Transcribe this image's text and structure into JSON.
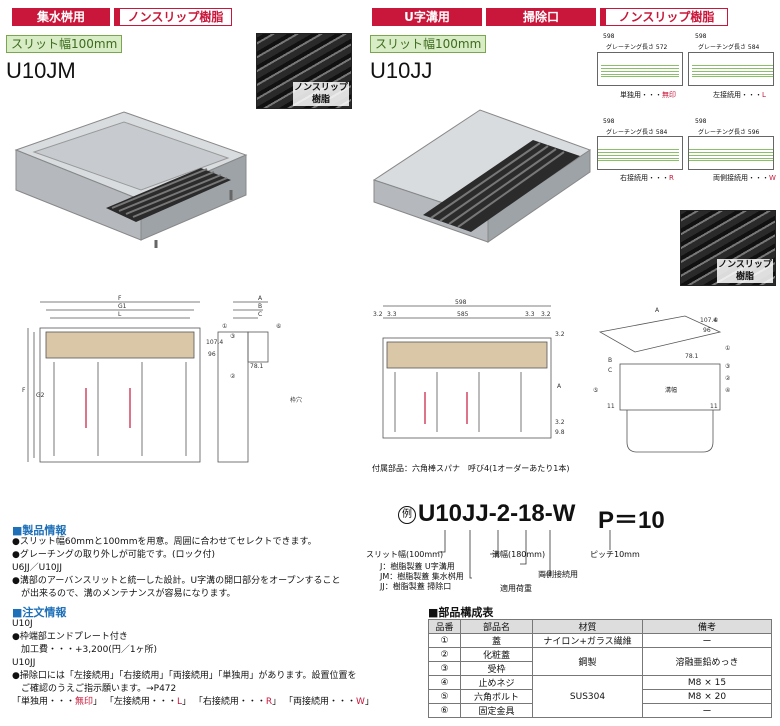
{
  "left": {
    "tags": [
      "集水桝用",
      "ノンスリップ樹脂"
    ],
    "slit": "スリット幅100mm",
    "model": "U10JM",
    "photo_label": [
      "ノンスリップ",
      "樹脂"
    ]
  },
  "right": {
    "tags": [
      "U字溝用",
      "掃除口",
      "ノンスリップ樹脂"
    ],
    "slit": "スリット幅100mm",
    "model": "U10JJ",
    "photo_label": [
      "ノンスリップ",
      "樹脂"
    ],
    "variants": [
      {
        "width": "598",
        "grating": "グレーチング長さ 572",
        "label": "単独用・・・",
        "code": "無印"
      },
      {
        "width": "598",
        "grating": "グレーチング長さ 584",
        "label": "左接続用・・・",
        "code": "L"
      },
      {
        "width": "598",
        "grating": "グレーチング長さ 584",
        "label": "右接続用・・・",
        "code": "R"
      },
      {
        "width": "598",
        "grating": "グレーチング長さ 596",
        "label": "両側接続用・・・",
        "code": "W"
      }
    ],
    "accessory": "付属部品：六角棒スパナ　呼び4(1オーダーあたり1本)"
  },
  "drawings": {
    "left_labels": [
      "F",
      "G1",
      "L",
      "F",
      "G2",
      "A",
      "B",
      "C",
      "107.4",
      "96",
      "78.1",
      "①",
      "③",
      "⑥",
      "②",
      "枠穴"
    ],
    "right_labels": [
      "598",
      "3.2",
      "3.3",
      "585",
      "3.3",
      "3.2",
      "3.2",
      "A",
      "3.2",
      "9.8",
      "A",
      "107.4",
      "96",
      "B",
      "C",
      "78.1",
      "溝幅",
      "11",
      "11",
      "⑥",
      "①",
      "⑤",
      "③",
      "②",
      "④"
    ]
  },
  "product_info": {
    "heading": "■製品情報",
    "lines": [
      "●スリット幅60mmと100mmを用意。周囲に合わせてセレクトできます。",
      "●グレーチングの取り外しが可能です。(ロック付)",
      "U6JJ／U10JJ",
      "●溝部のアーバンスリットと統一した設計。U字溝の開口部分をオープンすること",
      "　が出来るので、溝のメンテナンスが容易になります。"
    ]
  },
  "order_info": {
    "heading": "■注文情報",
    "lines": [
      "U10J",
      "●枠端部エンドプレート付き",
      "　加工費・・・+3,200(円／1ヶ所)",
      "U10JJ",
      "●掃除口には「左接続用」「右接続用」「両接続用」「単独用」があります。設置位置を",
      "　ご確認のうえご指示願います。→P472"
    ],
    "variant_line": [
      {
        "text": "「単独用・・・",
        "code": "無印",
        "end": "」"
      },
      {
        "text": "「左接続用・・・",
        "code": "L",
        "end": "」"
      },
      {
        "text": "「右接続用・・・",
        "code": "R",
        "end": "」"
      },
      {
        "text": "「両接続用・・・",
        "code": "W",
        "end": "」"
      }
    ]
  },
  "example": {
    "mark": "例",
    "code": "U10JJ-2-18-W",
    "pitch": "P＝10",
    "notes": {
      "slit": "スリット幅(100mm)",
      "types": [
        "J：樹脂製蓋 U字溝用",
        "JM：樹脂製蓋 集水桝用",
        "JJ：樹脂製蓋 掃除口"
      ],
      "groove": "溝幅(180mm)",
      "load": "適用荷重",
      "both": "両側接続用",
      "pitch": "ピッチ10mm"
    }
  },
  "parts": {
    "heading": "■部品構成表",
    "headers": [
      "品番",
      "部品名",
      "材質",
      "備考"
    ],
    "rows": [
      [
        "①",
        "蓋",
        "ナイロン+ガラス繊維",
        "ー"
      ],
      [
        "②",
        "化粧蓋",
        "鋼製",
        "溶融亜鉛めっき"
      ],
      [
        "③",
        "受枠",
        "",
        ""
      ],
      [
        "④",
        "止めネジ",
        "SUS304",
        "M8 × 15"
      ],
      [
        "⑤",
        "六角ボルト",
        "",
        "M8 × 20"
      ],
      [
        "⑥",
        "固定金具",
        "",
        "ー"
      ]
    ]
  }
}
